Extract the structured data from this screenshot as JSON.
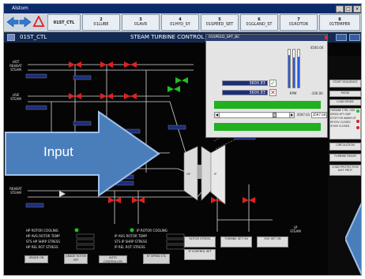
{
  "window": {
    "title": "Alstom",
    "min": "_",
    "max": "□",
    "close": "×"
  },
  "toolbar": {
    "tabs": [
      {
        "num": "",
        "label": "01ST_CTL"
      },
      {
        "num": "2",
        "label": "01LUBE"
      },
      {
        "num": "3",
        "label": "01AVR"
      },
      {
        "num": "4",
        "label": "01HYD_SY"
      },
      {
        "num": "5",
        "label": "01SPEED_SET"
      },
      {
        "num": "6",
        "label": "01GLAND_ST"
      },
      {
        "num": "7",
        "label": "01ROTOR"
      },
      {
        "num": "8",
        "label": "01TEMPER"
      }
    ]
  },
  "header": {
    "page": "01ST_CTL",
    "title": "STEAM TURBINE CONTROL"
  },
  "mimic": {
    "labels": {
      "hot_reheat": "HOT\nREHEAT\nSTEAM",
      "live_steam": "LIVE\nSTEAM",
      "reheat": "REHEAT\nSTEAM",
      "lp_steam": "LP\nSTEAM",
      "hp_rotor_cooling": "HP ROTOR COOLING",
      "ip_rotor_cooling": "IP ROTOR COOLING",
      "hp_avg_rotor_temp": "HP AVG ROTOR TEMP",
      "hp_sharp_stress": "STS HP SHRP STRESS",
      "hp_rel_rot_stress": "HP REL ROT STRESS",
      "ip_avg_rotor_temp": "IP AVG ROTOR TEMP",
      "ip_sharp_stress": "STS IP SHRP STRESS",
      "ip_rel_rot_stress": "IP REL ROT STRESS"
    },
    "bottom_buttons": [
      "GRADE ON",
      "GRADE ROTOR OFF",
      "AUTO CONTROLLER",
      "ST SPEED CTL"
    ],
    "bottom_right_buttons": [
      "ROTOR STRESS",
      "TURBINE SET ON",
      "ESV SET ON",
      "IP CONTROL SET"
    ]
  },
  "dialog": {
    "title": "01SPEED_SPT_BC",
    "value1": "3600.83",
    "value2": "3600.83",
    "rpm_label": "RPM",
    "scale_top": "4500.00",
    "scale_bottom": "-100.00",
    "slider_value": "3597.01",
    "field_value": "3597.00"
  },
  "right_panel": {
    "buttons": [
      "START SEQUENCE",
      "MODE",
      "LOAD MODE",
      "TURBINE CTRL OOS",
      "SPEED SPT GRIP",
      "STOP FOR WARM UP",
      "HP-ESV CLOSED",
      "IP-ESV CLOSED"
    ],
    "section1": "CIRCULATION",
    "section2": "TURBINE READY",
    "section3": "LOAD PROTECTION NOT PROT"
  },
  "overlay": {
    "input_label": "Input"
  },
  "colors": {
    "frame_bg": "#000000",
    "header": "#132a52",
    "value_box": "#1b2e7a",
    "green_ok": "#20c020",
    "red_alarm": "#e02020",
    "callout_blue": "#4a7ebb"
  }
}
